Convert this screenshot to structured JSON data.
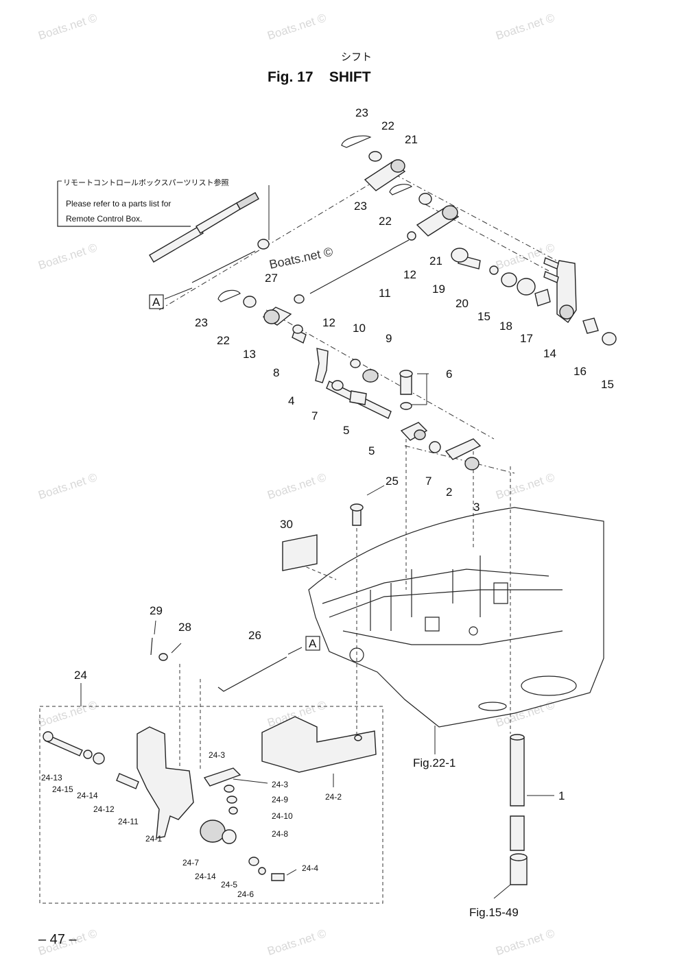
{
  "title": {
    "jp": "シフト",
    "main": "Fig. 17    SHIFT"
  },
  "note": {
    "jp": "リモートコントロールボックスパーツリスト参照",
    "line1": "Please refer to a parts list for",
    "line2": "Remote Control Box."
  },
  "watermarks": {
    "text": "Boats.net ©"
  },
  "references": {
    "fig22": "Fig.22-1",
    "fig15": "Fig.15-49"
  },
  "markers": {
    "a": "A"
  },
  "page_number": "– 47 –",
  "callouts": {
    "c1": "1",
    "c2": "2",
    "c3": "3",
    "c4": "4",
    "c5a": "5",
    "c5b": "5",
    "c6": "6",
    "c7a": "7",
    "c7b": "7",
    "c8": "8",
    "c9": "9",
    "c10": "10",
    "c11": "11",
    "c12a": "12",
    "c12b": "12",
    "c13": "13",
    "c14": "14",
    "c15a": "15",
    "c15b": "15",
    "c16": "16",
    "c17": "17",
    "c18": "18",
    "c19": "19",
    "c20": "20",
    "c21a": "21",
    "c21b": "21",
    "c22a": "22",
    "c22b": "22",
    "c22c": "22",
    "c23a": "23",
    "c23b": "23",
    "c23c": "23",
    "c24": "24",
    "c25": "25",
    "c26": "26",
    "c27": "27",
    "c28": "28",
    "c29": "29",
    "c30": "30"
  },
  "sub_callouts": {
    "s1": "24-1",
    "s2": "24-2",
    "s3a": "24-3",
    "s3b": "24-3",
    "s4": "24-4",
    "s5": "24-5",
    "s6": "24-6",
    "s7": "24-7",
    "s8": "24-8",
    "s9": "24-9",
    "s10": "24-10",
    "s11": "24-11",
    "s12": "24-12",
    "s13": "24-13",
    "s14a": "24-14",
    "s14b": "24-14",
    "s15": "24-15"
  }
}
